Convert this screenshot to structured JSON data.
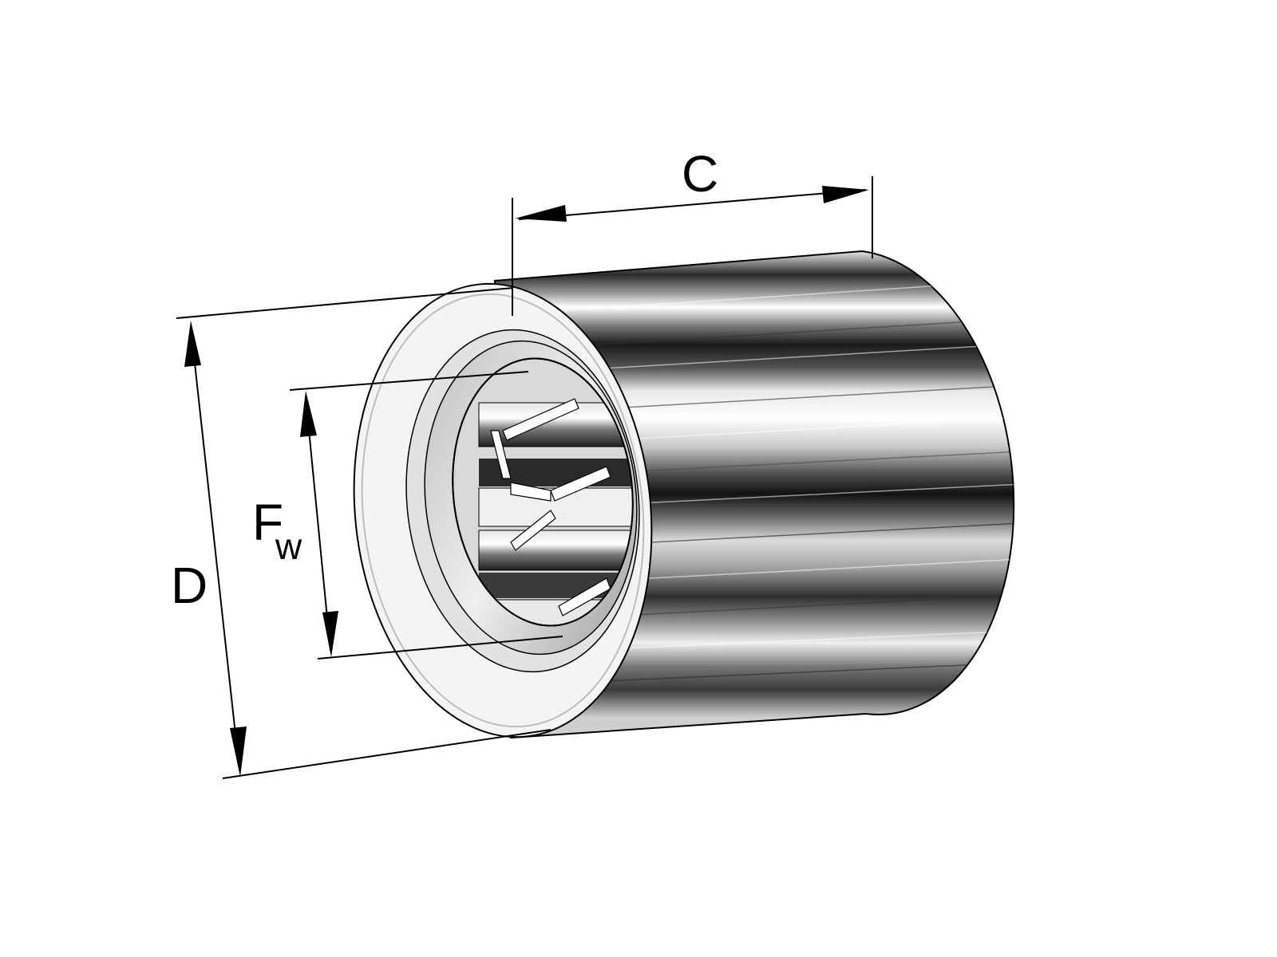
{
  "dimensions": {
    "C": "C",
    "D": "D",
    "Fw_main": "F",
    "Fw_sub": "w"
  },
  "colors": {
    "line": "#000000",
    "background": "#ffffff",
    "face": "#f4f4f4",
    "metal_dark": "#1a1a1a",
    "metal_light": "#f2f2f2"
  },
  "icons": {
    "part": "drawn-cup-needle-roller-bearing-illustration"
  }
}
